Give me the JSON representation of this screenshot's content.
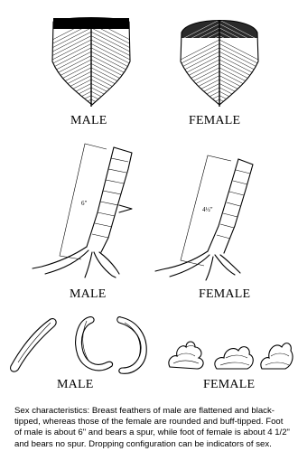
{
  "feathers": {
    "male_label": "MALE",
    "female_label": "FEMALE"
  },
  "feet": {
    "male_label": "MALE",
    "female_label": "FEMALE",
    "male_length": "6\"",
    "female_length": "4½\""
  },
  "droppings": {
    "male_label": "MALE",
    "female_label": "FEMALE"
  },
  "caption": "Sex characteristics: Breast feathers of male are flattened and black-tipped, whereas those of the female are rounded and buff-tipped.  Foot of male is about 6\" and bears a spur, while foot of female is about 4 1/2\" and bears no spur. Dropping configuration can be indicators of sex."
}
